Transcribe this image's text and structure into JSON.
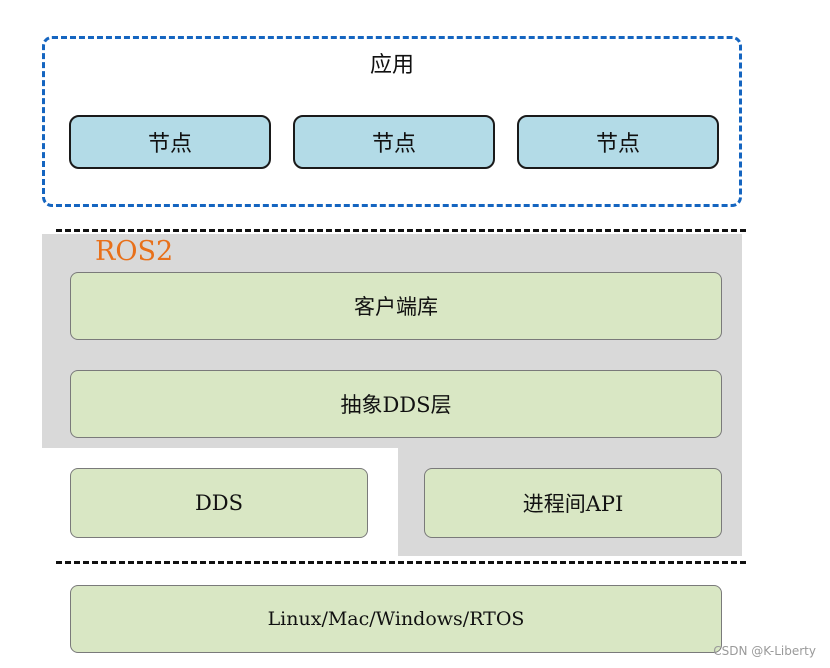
{
  "application": {
    "title": "应用",
    "nodes": [
      "节点",
      "节点",
      "节点"
    ]
  },
  "ros2": {
    "label": "ROS2",
    "client_library": "客户端库",
    "dds_abstraction": "抽象DDS层",
    "ipc_api": "进程间API"
  },
  "dds": {
    "label": "DDS"
  },
  "os": {
    "label": "Linux/Mac/Windows/RTOS"
  },
  "watermark": "CSDN @K-Liberty",
  "colors": {
    "app_border": "#1565c0",
    "node_fill": "#b3dbe7",
    "ros_background": "#d9d9d9",
    "ros_label": "#e8701a",
    "layer_fill": "#d9e7c4"
  }
}
